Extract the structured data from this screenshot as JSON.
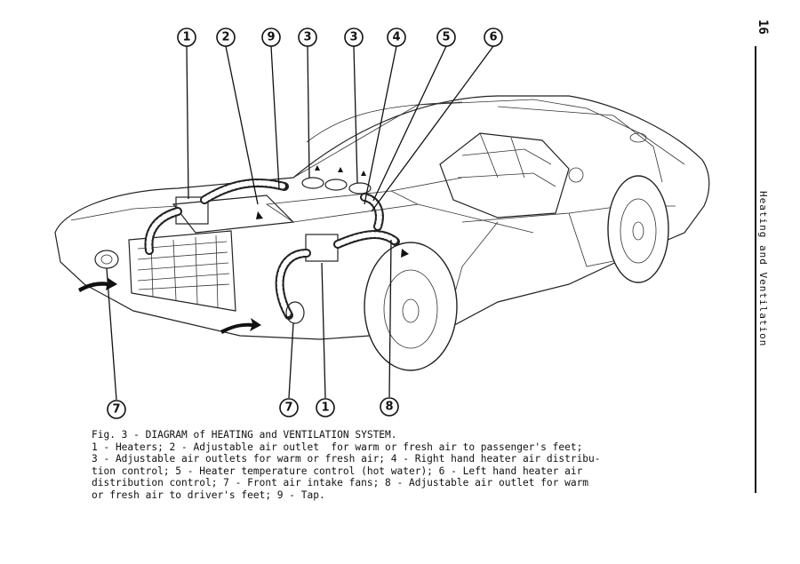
{
  "page": {
    "number": "16",
    "section_title": "Heating and Ventilation"
  },
  "callouts": [
    "1",
    "2",
    "9",
    "3",
    "3",
    "4",
    "5",
    "6",
    "7",
    "7",
    "1",
    "8"
  ],
  "caption": {
    "title": "Fig. 3 - DIAGRAM of HEATING and VENTILATION SYSTEM.",
    "lines": [
      "1 - Heaters; 2 - Adjustable air outlet  for warm or fresh air to passenger's feet;",
      "3 - Adjustable air outlets for warm or fresh air; 4 - Right hand heater air distribu-",
      "tion control; 5 - Heater temperature control (hot water); 6 - Left hand heater air",
      "distribution control; 7 - Front air intake fans; 8 - Adjustable air outlet for warm",
      "or fresh air to driver's feet; 9 - Tap."
    ]
  }
}
